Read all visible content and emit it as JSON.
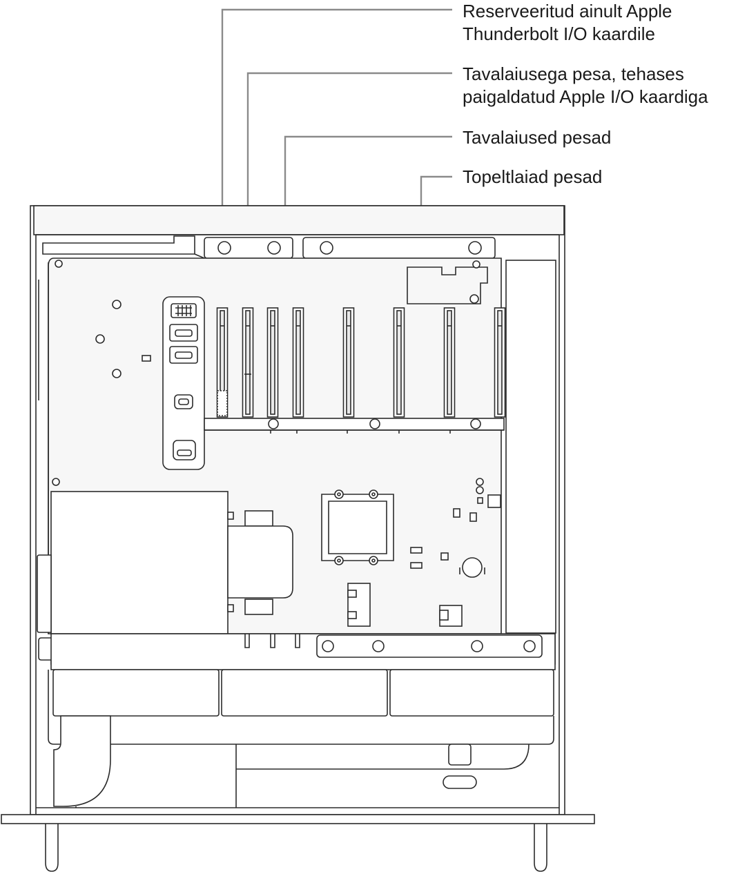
{
  "callouts": [
    {
      "id": "thunderbolt-slot",
      "lines": [
        "Reserveeritud ainult Apple",
        "Thunderbolt I/O kaardile"
      ]
    },
    {
      "id": "io-card-slot",
      "lines": [
        "Tavalaiusega pesa, tehases",
        "paigaldatud Apple I/O kaardiga"
      ]
    },
    {
      "id": "standard-slots",
      "lines": [
        "Tavalaiused pesad"
      ]
    },
    {
      "id": "double-wide-slots",
      "lines": [
        "Topeltlaiad pesad"
      ]
    }
  ],
  "colors": {
    "line_art": "#2b2b2b",
    "leader": "#8a8a8a",
    "panel_fill": "#f7f7f7"
  },
  "pcie_slot_count": 8
}
